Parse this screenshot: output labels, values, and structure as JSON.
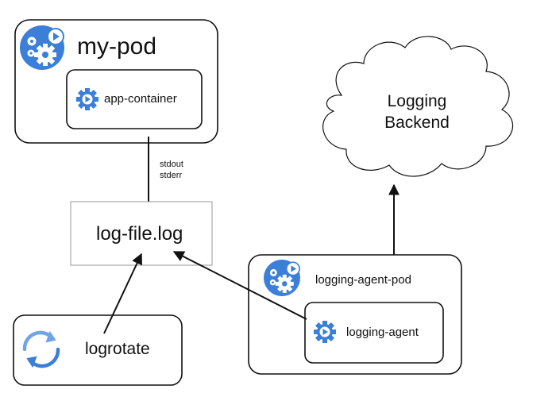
{
  "my_pod": {
    "title": "my-pod",
    "icon": "pod-gears-icon",
    "container": {
      "label": "app-container",
      "icon": "container-gear-icon"
    }
  },
  "streams": {
    "stdout": "stdout",
    "stderr": "stderr"
  },
  "log_file": {
    "label": "log-file.log"
  },
  "logrotate": {
    "label": "logrotate",
    "icon": "rotate-arrows-icon"
  },
  "backend": {
    "line1": "Logging",
    "line2": "Backend",
    "shape": "cloud"
  },
  "agent_pod": {
    "title": "logging-agent-pod",
    "icon": "pod-gears-icon",
    "agent": {
      "label": "logging-agent",
      "icon": "container-gear-icon"
    }
  },
  "colors": {
    "icon_blue": "#3b7fd9",
    "icon_blue_light": "#6fa3ea",
    "stroke": "#111111",
    "file_border": "#999999"
  }
}
